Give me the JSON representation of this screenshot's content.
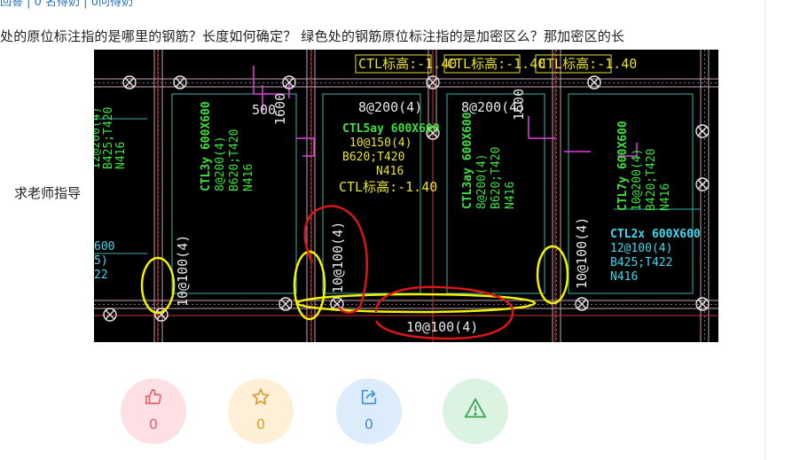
{
  "meta": {
    "text": "回答 | 0 名得奶 | 0问得奶"
  },
  "question": {
    "text": "处的原位标注指的是哪里的钢筋？长度如何确定？  绿色处的钢筋原位标注指的是加密区么？那加密区的长"
  },
  "side_text": "求老师指导",
  "cad": {
    "labels": {
      "ctl_top_1": "CTL标高:-1.40",
      "ctl_top_2": "CTL标高:-1.40",
      "ctl_top_3": "CTL标高:-1.40",
      "ctl_mid": "CTL标高:-1.40",
      "dim_500": "500",
      "dim_1600_a": "1600",
      "dim_1600_b": "1600",
      "stir_top_1": "8@200(4)",
      "stir_top_2": "8@200(4)",
      "ctl5_title": "CTL5ay 600X600",
      "ctl5_l1": "10@150(4)",
      "ctl5_l2": "B620;T420",
      "ctl5_l3": "N416",
      "ctl3y_title": "CTL3y 600X600",
      "ctl3y_l1": "8@200(4)",
      "ctl3y_l2": "B620;T420",
      "ctl3y_l3": "N416",
      "ctl3ay_title": "CTL3ay 600X600",
      "ctl3ay_l1": "8@200(4)",
      "ctl3ay_l2": "B620;T420",
      "ctl3ay_l3": "N416",
      "ctl7y_title": "CTL7y 600X600",
      "ctl7y_l1": "10@200(4)",
      "ctl7y_l2": "B420;T420",
      "ctl7y_l3": "N416",
      "ctl2x_title": "CTL2x 600X600",
      "ctl2x_l1": "12@100(4)",
      "ctl2x_l2": "B425;T422",
      "ctl2x_l3": "N416",
      "left_l1": "12@200(4)",
      "left_l2": "B425;T420",
      "left_l3": "N416",
      "left_bottom_1": "600",
      "left_bottom_2": "5)",
      "left_bottom_3": "22",
      "v_100_a": "10@100(4)",
      "v_100_b": "10@100(4)",
      "v_100_c": "10@100(4)",
      "bottom_stir": "10@100(4)"
    }
  },
  "actions": [
    {
      "name": "like",
      "count": "0"
    },
    {
      "name": "favorite",
      "count": "0"
    },
    {
      "name": "share",
      "count": "0"
    },
    {
      "name": "report"
    }
  ]
}
